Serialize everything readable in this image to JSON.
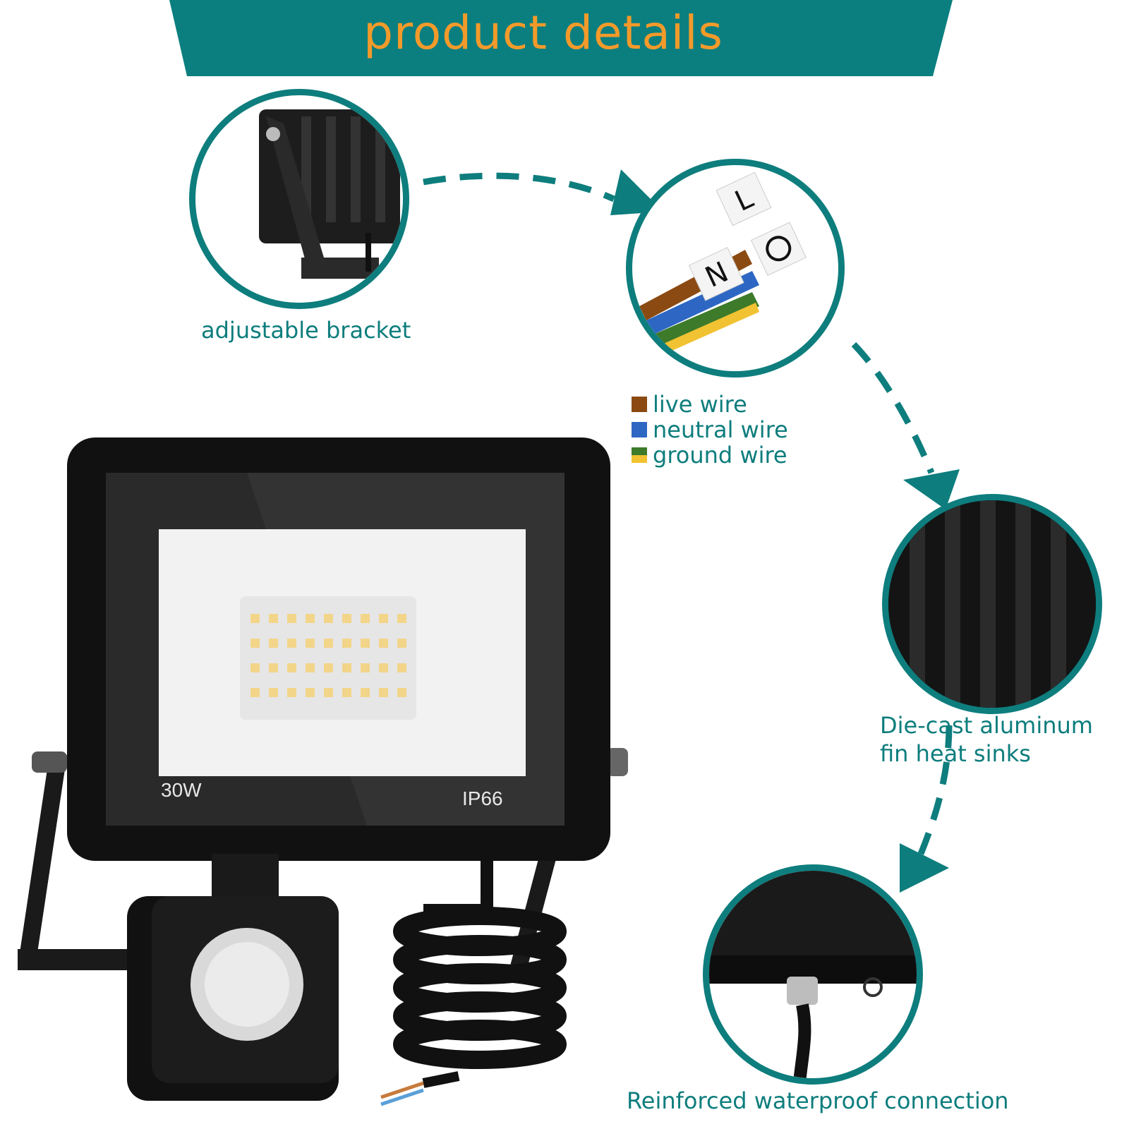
{
  "banner": {
    "title": "product details",
    "bg_color": "#0b7f7f",
    "title_color": "#f39a2a"
  },
  "features": [
    {
      "caption": "adjustable bracket",
      "icon": "bracket-closeup-icon"
    },
    {
      "caption": "",
      "icon": "wire-terminal-closeup-icon",
      "terminal_labels": [
        "L",
        "N"
      ]
    },
    {
      "caption_line1": "Die-cast aluminum",
      "caption_line2": "fin heat sinks",
      "icon": "heat-sink-closeup-icon"
    },
    {
      "caption": "Reinforced waterproof connection",
      "icon": "waterproof-connector-closeup-icon"
    }
  ],
  "wire_legend": [
    {
      "label": "live wire",
      "color": "#8b4a12"
    },
    {
      "label": "neutral wire",
      "color": "#2d67c3"
    },
    {
      "label": "ground wire",
      "colors": [
        "#3d7a2a",
        "#f1c232"
      ]
    }
  ],
  "lamp": {
    "wattage": "30W",
    "rating": "IP66",
    "accent_color": "#0e7d7d"
  }
}
